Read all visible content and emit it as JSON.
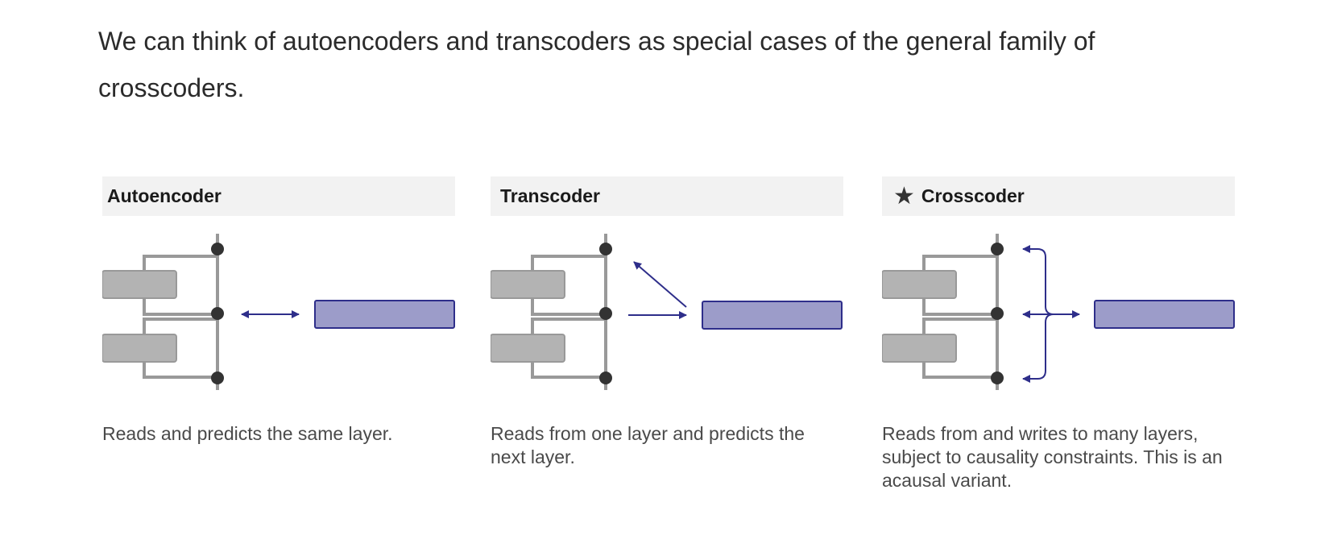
{
  "intro": "We can think of autoencoders and transcoders as special cases of the general family of crosscoders.",
  "panels": [
    {
      "title": "Autoencoder",
      "caption": "Reads and predicts the same layer."
    },
    {
      "title": "Transcoder",
      "caption": "Reads from one layer and predicts the next layer."
    },
    {
      "title": "Crosscoder",
      "icon": "star-icon",
      "caption": "Reads from and writes to many layers, subject to causality constraints. This is an acausal variant."
    }
  ],
  "colors": {
    "residual_stream": "#999999",
    "layer_block": "#b3b3b3",
    "node": "#333333",
    "arrow": "#2e2e8a",
    "feature_box_fill": "#9c9cc9",
    "feature_box_stroke": "#2e2e8a",
    "header_bg": "#f2f2f2"
  }
}
